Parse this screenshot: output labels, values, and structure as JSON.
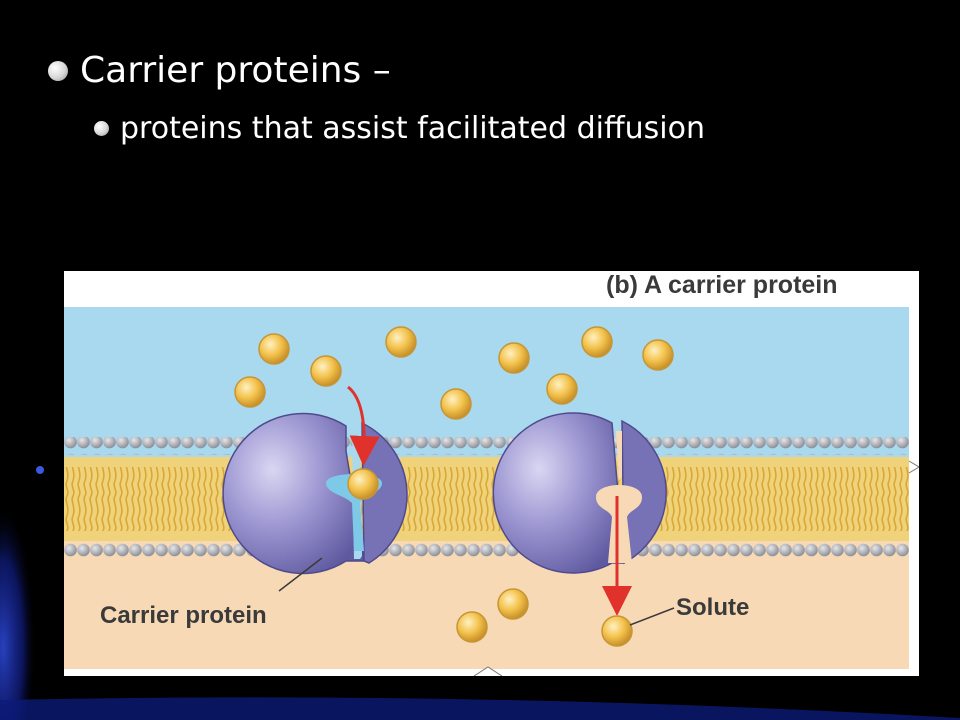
{
  "slide": {
    "bullet_main": "Carrier proteins –",
    "bullet_sub": "proteins that assist facilitated diffusion"
  },
  "figure": {
    "caption": "(b) A carrier protein",
    "label_carrier": "Carrier protein",
    "label_solute": "Solute"
  },
  "colors": {
    "background": "#000000",
    "swoosh": "#1b2f9a",
    "extracellular": "#a9d9ef",
    "cytoplasm": "#f8d9b6",
    "lipid_tail": "#e2b43a",
    "head": "#a9abb2",
    "protein": "#8c86c6",
    "solute": "#f3c24c",
    "arrow": "#e0312b"
  }
}
